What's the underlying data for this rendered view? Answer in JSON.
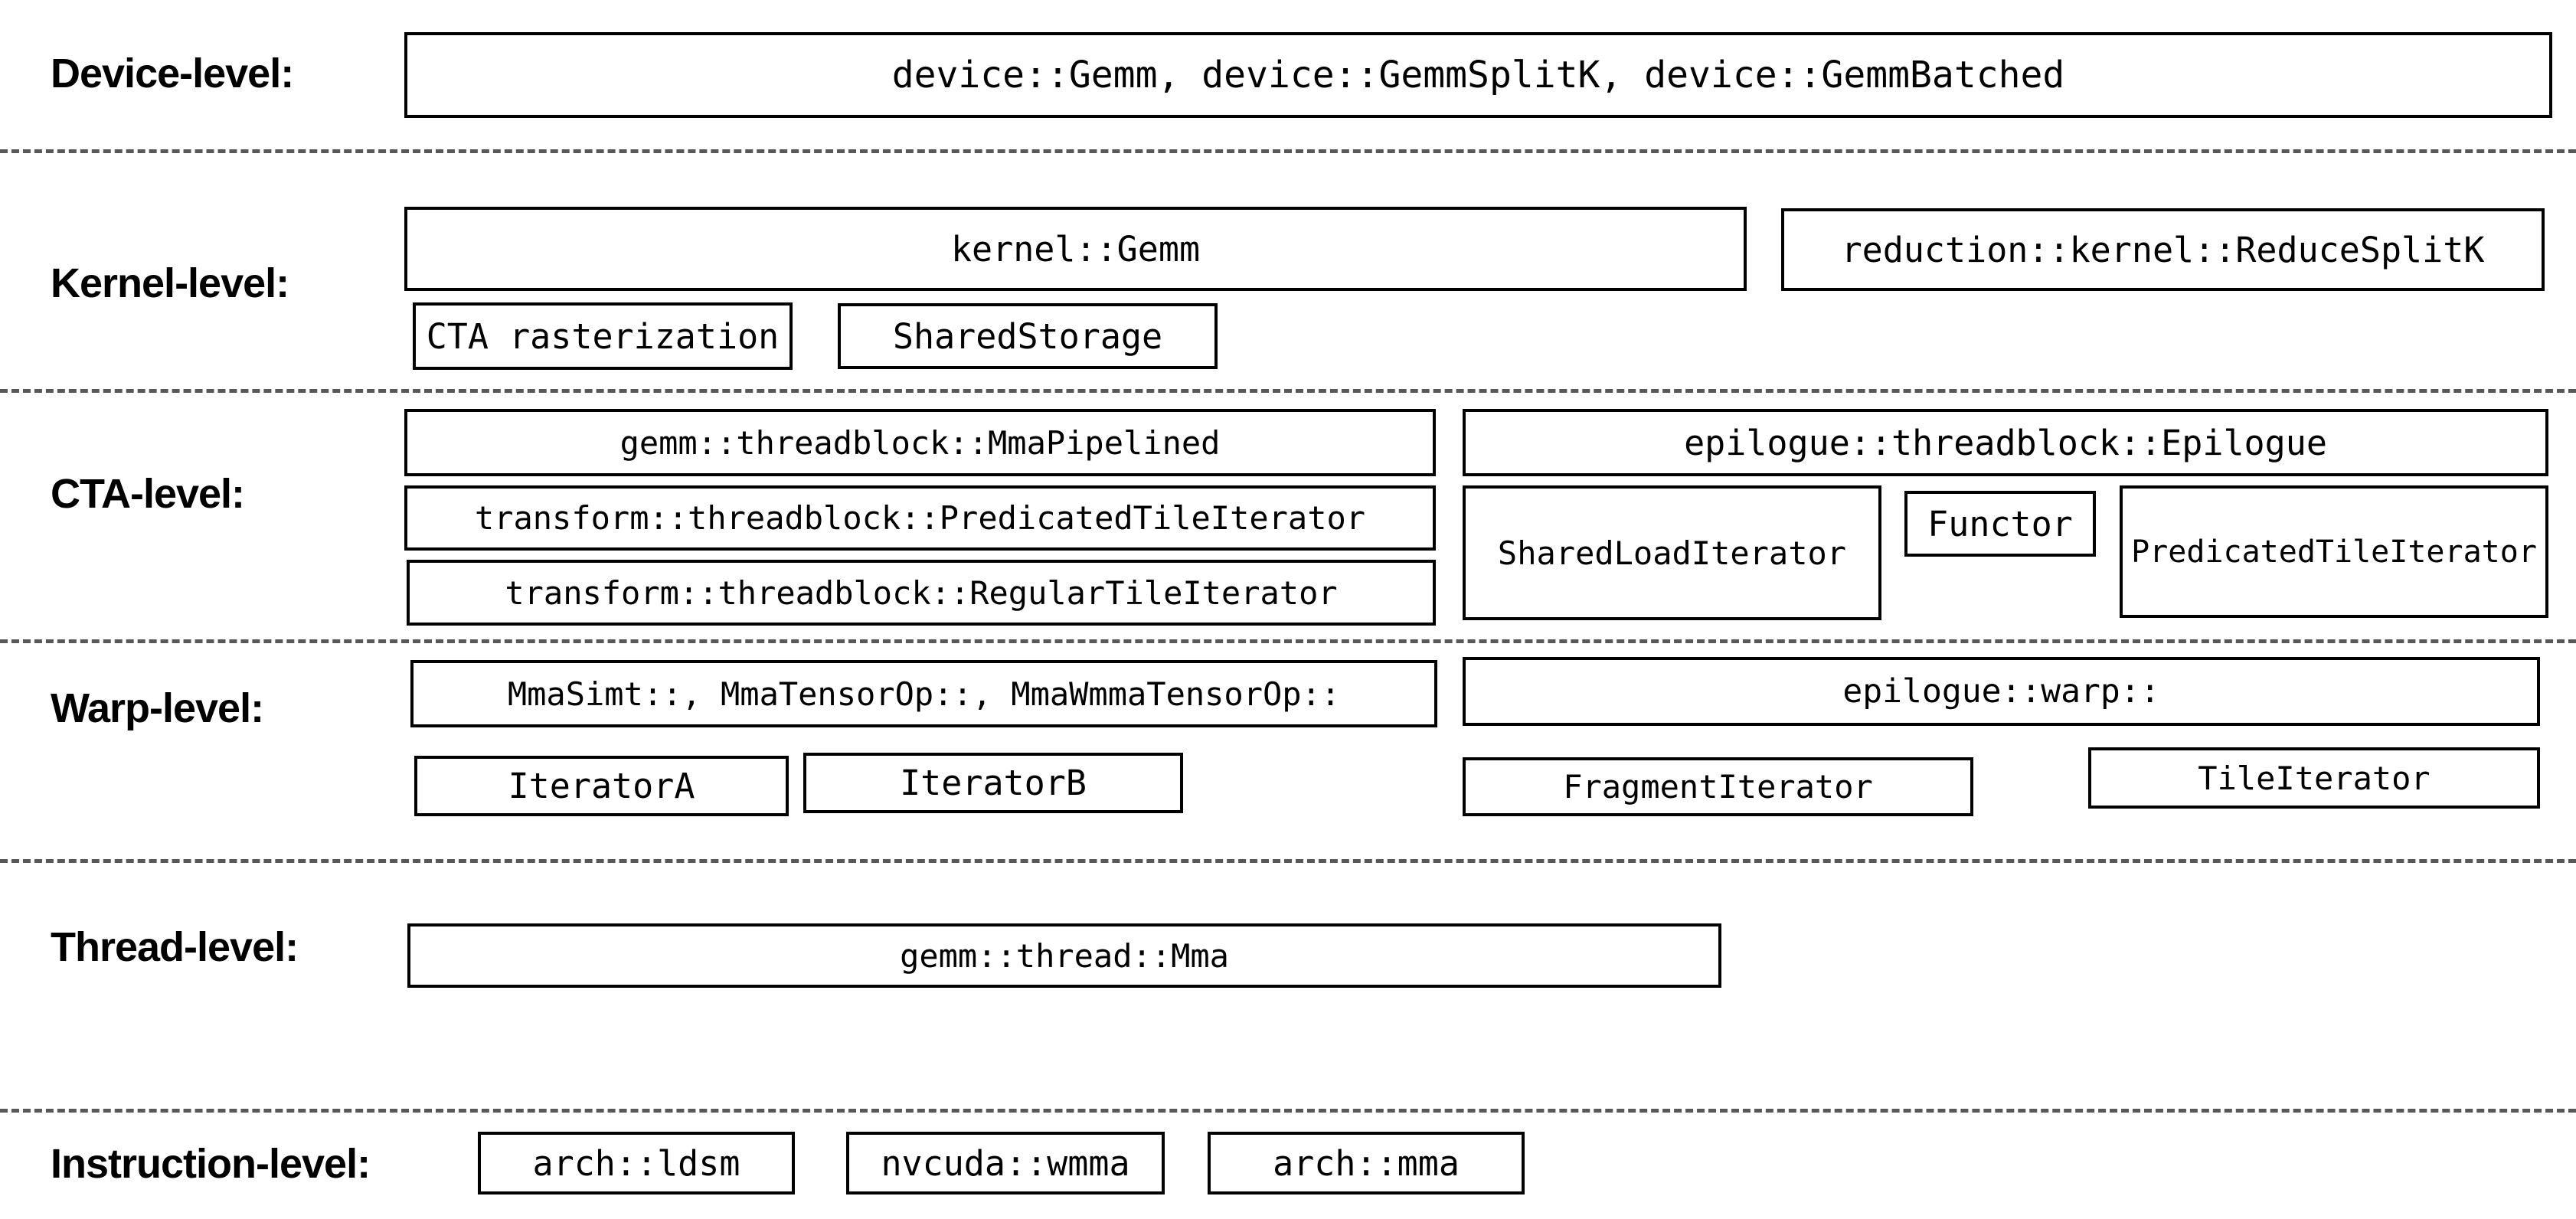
{
  "levels": {
    "device": {
      "label": "Device-level:",
      "boxes": {
        "apis": "device::Gemm, device::GemmSplitK, device::GemmBatched"
      }
    },
    "kernel": {
      "label": "Kernel-level:",
      "boxes": {
        "gemm": "kernel::Gemm",
        "reduce_splitk": "reduction::kernel::ReduceSplitK",
        "cta_rasterization": "CTA rasterization",
        "shared_storage": "SharedStorage"
      }
    },
    "cta": {
      "label": "CTA-level:",
      "boxes": {
        "mma_pipelined": "gemm::threadblock::MmaPipelined",
        "predicated_tile_iterator": "transform::threadblock::PredicatedTileIterator",
        "regular_tile_iterator": "transform::threadblock::RegularTileIterator",
        "epilogue": "epilogue::threadblock::Epilogue",
        "shared_load_iterator": "SharedLoadIterator",
        "functor": "Functor",
        "epilogue_predicated_tile_iterator": "PredicatedTileIterator"
      }
    },
    "warp": {
      "label": "Warp-level:",
      "boxes": {
        "mma_variants": "MmaSimt::, MmaTensorOp::, MmaWmmaTensorOp::",
        "epilogue_warp": "epilogue::warp::",
        "iterator_a": "IteratorA",
        "iterator_b": "IteratorB",
        "fragment_iterator": "FragmentIterator",
        "tile_iterator": "TileIterator"
      }
    },
    "thread": {
      "label": "Thread-level:",
      "boxes": {
        "mma": "gemm::thread::Mma"
      }
    },
    "instruction": {
      "label": "Instruction-level:",
      "boxes": {
        "ldsm": "arch::ldsm",
        "wmma": "nvcuda::wmma",
        "mma": "arch::mma"
      }
    }
  },
  "colors": {
    "background": "#ffffff",
    "box_border": "#000000",
    "text": "#000000",
    "separator": "#58585a"
  }
}
